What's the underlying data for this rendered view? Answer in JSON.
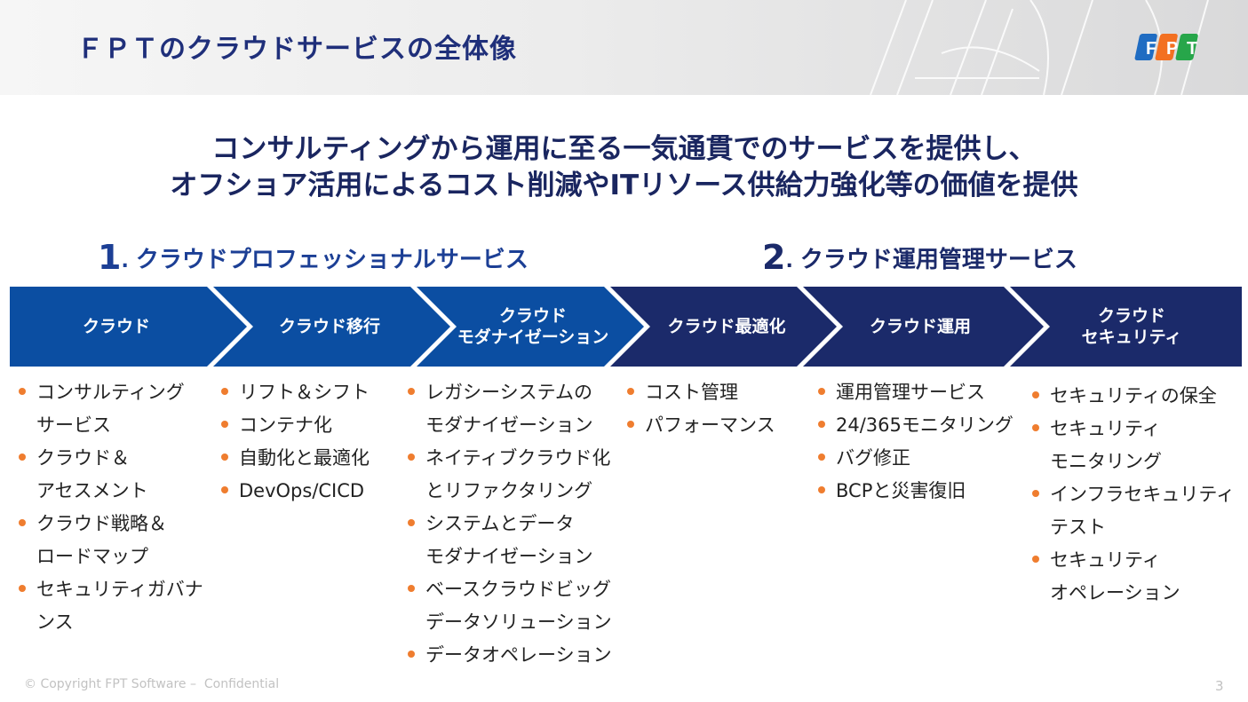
{
  "header": {
    "title": "ＦＰＴのクラウドサービスの全体像",
    "logo": {
      "letters": [
        "F",
        "P",
        "T"
      ],
      "colors": [
        "#1f6cc2",
        "#f37021",
        "#27a64a"
      ],
      "name": "fpt-logo"
    }
  },
  "subtitle": {
    "line1": "コンサルティングから運用に至る一気通貫でのサービスを提供し、",
    "line2": "オフショア活用によるコスト削減やITリソース供給力強化等の価値を提供"
  },
  "sections": [
    {
      "number": "1",
      "dot": ".",
      "title": "クラウドプロフェッショナルサービス"
    },
    {
      "number": "2",
      "dot": ".",
      "title": "クラウド運用管理サービス"
    }
  ],
  "colors": {
    "accent_blue": "#0b4ea2",
    "accent_navy": "#1b2a6a",
    "bullet": "#ef7d2f"
  },
  "stages": [
    {
      "label": "クラウド"
    },
    {
      "label": "クラウド移行"
    },
    {
      "label": "クラウド\nモダナイゼーション"
    },
    {
      "label": "クラウド最適化"
    },
    {
      "label": "クラウド運用"
    },
    {
      "label": "クラウド\nセキュリティ"
    }
  ],
  "columns": [
    [
      "コンサルティング\nサービス",
      "クラウド＆\nアセスメント",
      "クラウド戦略＆\nロードマップ",
      "セキュリティガバナンス"
    ],
    [
      "リフト＆シフト",
      "コンテナ化",
      "自動化と最適化",
      "DevOps/CICD"
    ],
    [
      "レガシーシステムの\nモダナイゼーション",
      "ネイティブクラウド化\nとリファクタリング",
      "システムとデータ\nモダナイゼーション",
      "ベースクラウドビッグ\nデータソリューション",
      "データオペレーション"
    ],
    [
      "コスト管理",
      "パフォーマンス"
    ],
    [
      "運用管理サービス",
      "24/365モニタリング",
      "バグ修正",
      "BCPと災害復旧"
    ],
    [
      "セキュリティの保全",
      "セキュリティ\nモニタリング",
      "インフラセキュリティ\nテスト",
      "セキュリティ\nオペレーション"
    ]
  ],
  "footer": {
    "copyright": "© Copyright FPT Software –  Confidential",
    "page": "3"
  }
}
